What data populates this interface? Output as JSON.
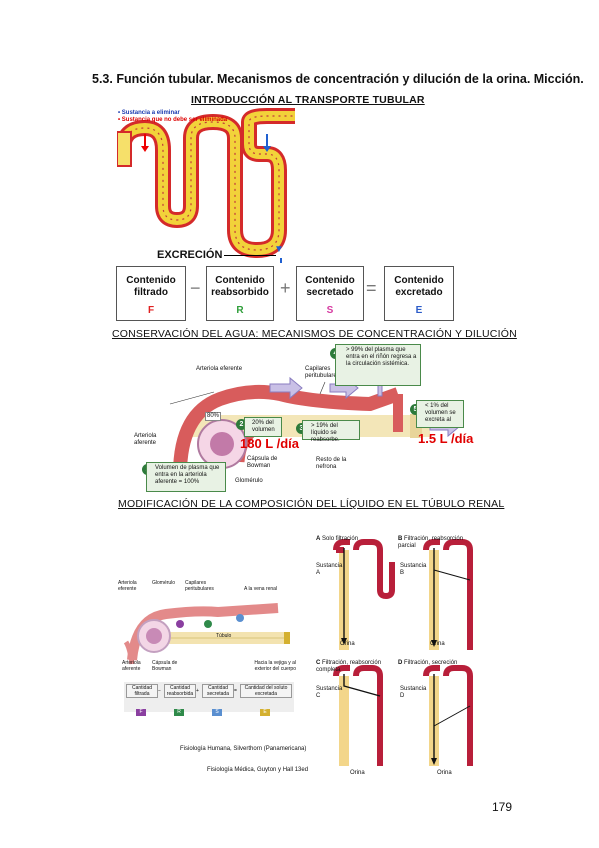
{
  "page": {
    "section_title": "5.3. Función tubular. Mecanismos de concentración y dilución de la orina. Micción.",
    "page_number": "179"
  },
  "intro": {
    "subtitle": "INTRODUCCIÓN AL TRANSPORTE TUBULAR",
    "legend_1": "Sustancia a eliminar",
    "legend_2": "Sustancia que no debe ser eliminada",
    "excretion": "EXCRECIÓN",
    "boxes": [
      {
        "label": "Contenido filtrado",
        "letter": "F",
        "color": "#e02020"
      },
      {
        "label": "Contenido reabsorbido",
        "letter": "R",
        "color": "#2f9e3a"
      },
      {
        "label": "Contenido secretado",
        "letter": "S",
        "color": "#d63aa0"
      },
      {
        "label": "Contenido excretado",
        "letter": "E",
        "color": "#2a5bc9"
      }
    ],
    "ops": [
      "−",
      "+",
      "="
    ]
  },
  "water": {
    "subtitle": "CONSERVACIÓN DEL AGUA: MECANISMOS DE CONCENTRACIÓN Y DILUCIÓN",
    "arteriola_eferente": "Arteriola eferente",
    "capilares": "Capilares peritubulares",
    "arteriola_aferente": "Arteriola aferente",
    "capsula": "Cápsula de Bowman",
    "glomerulo": "Glomérulo",
    "resto": "Resto de la nefrona",
    "pct80": "80%",
    "c1_num": "1",
    "c1": "Volumen de plasma que entra en la arteriola aferente = 100%",
    "c2_num": "2",
    "c2": "20% del volumen",
    "c3_num": "3",
    "c3": "> 19% del líquido se reabsorbe.",
    "c4_num": "4",
    "c4": "> 99% del plasma que entra en el riñón regresa a la circulación sistémica.",
    "c5_num": "5",
    "c5": "< 1% del volumen se excreta al",
    "big1": "180 L /día",
    "big2": "1.5 L /día"
  },
  "composition": {
    "subtitle": "MODIFICACIÓN DE LA COMPOSICIÓN DEL LÍQUIDO EN EL TÚBULO RENAL",
    "left_labels": {
      "arteriola_aferente": "Arteriola aferente",
      "glomerulo": "Glomérulo",
      "capilares": "Capilares peritubulares",
      "vena": "A la vena renal",
      "tubulo": "Túbulo",
      "arteriola_eferente": "Arteriola eferente",
      "capsula": "Cápsula de Bowman",
      "vejiga": "Hacia la vejiga y al exterior del cuerpo"
    },
    "sum_terms": [
      "Cantidad filtrada",
      "Cantidad reabsorbida",
      "Cantidad secretada",
      "Cantidad del soluto excretada"
    ],
    "sum_letters": [
      "F",
      "R",
      "S",
      "E"
    ],
    "sum_colors": [
      "#8a3fa0",
      "#2f8a4a",
      "#5a8fd0",
      "#d4b030"
    ],
    "sum_ops": [
      "−",
      "+",
      "="
    ],
    "panels": [
      {
        "letter": "A",
        "title": "Solo filtración",
        "substance": "Sustancia A",
        "orina": "Orina"
      },
      {
        "letter": "B",
        "title": "Filtración, reabsorción parcial",
        "substance": "Sustancia B",
        "orina": "Orina"
      },
      {
        "letter": "C",
        "title": "Filtración, reabsorción completa",
        "substance": "Sustancia C",
        "orina": "Orina"
      },
      {
        "letter": "D",
        "title": "Filtración, secreción",
        "substance": "Sustancia D",
        "orina": "Orina"
      }
    ],
    "source1": "Fisiología Humana, Silverthorn (Panamericana)",
    "source2": "Fisiología Médica, Guyton y Hall 13ed"
  }
}
